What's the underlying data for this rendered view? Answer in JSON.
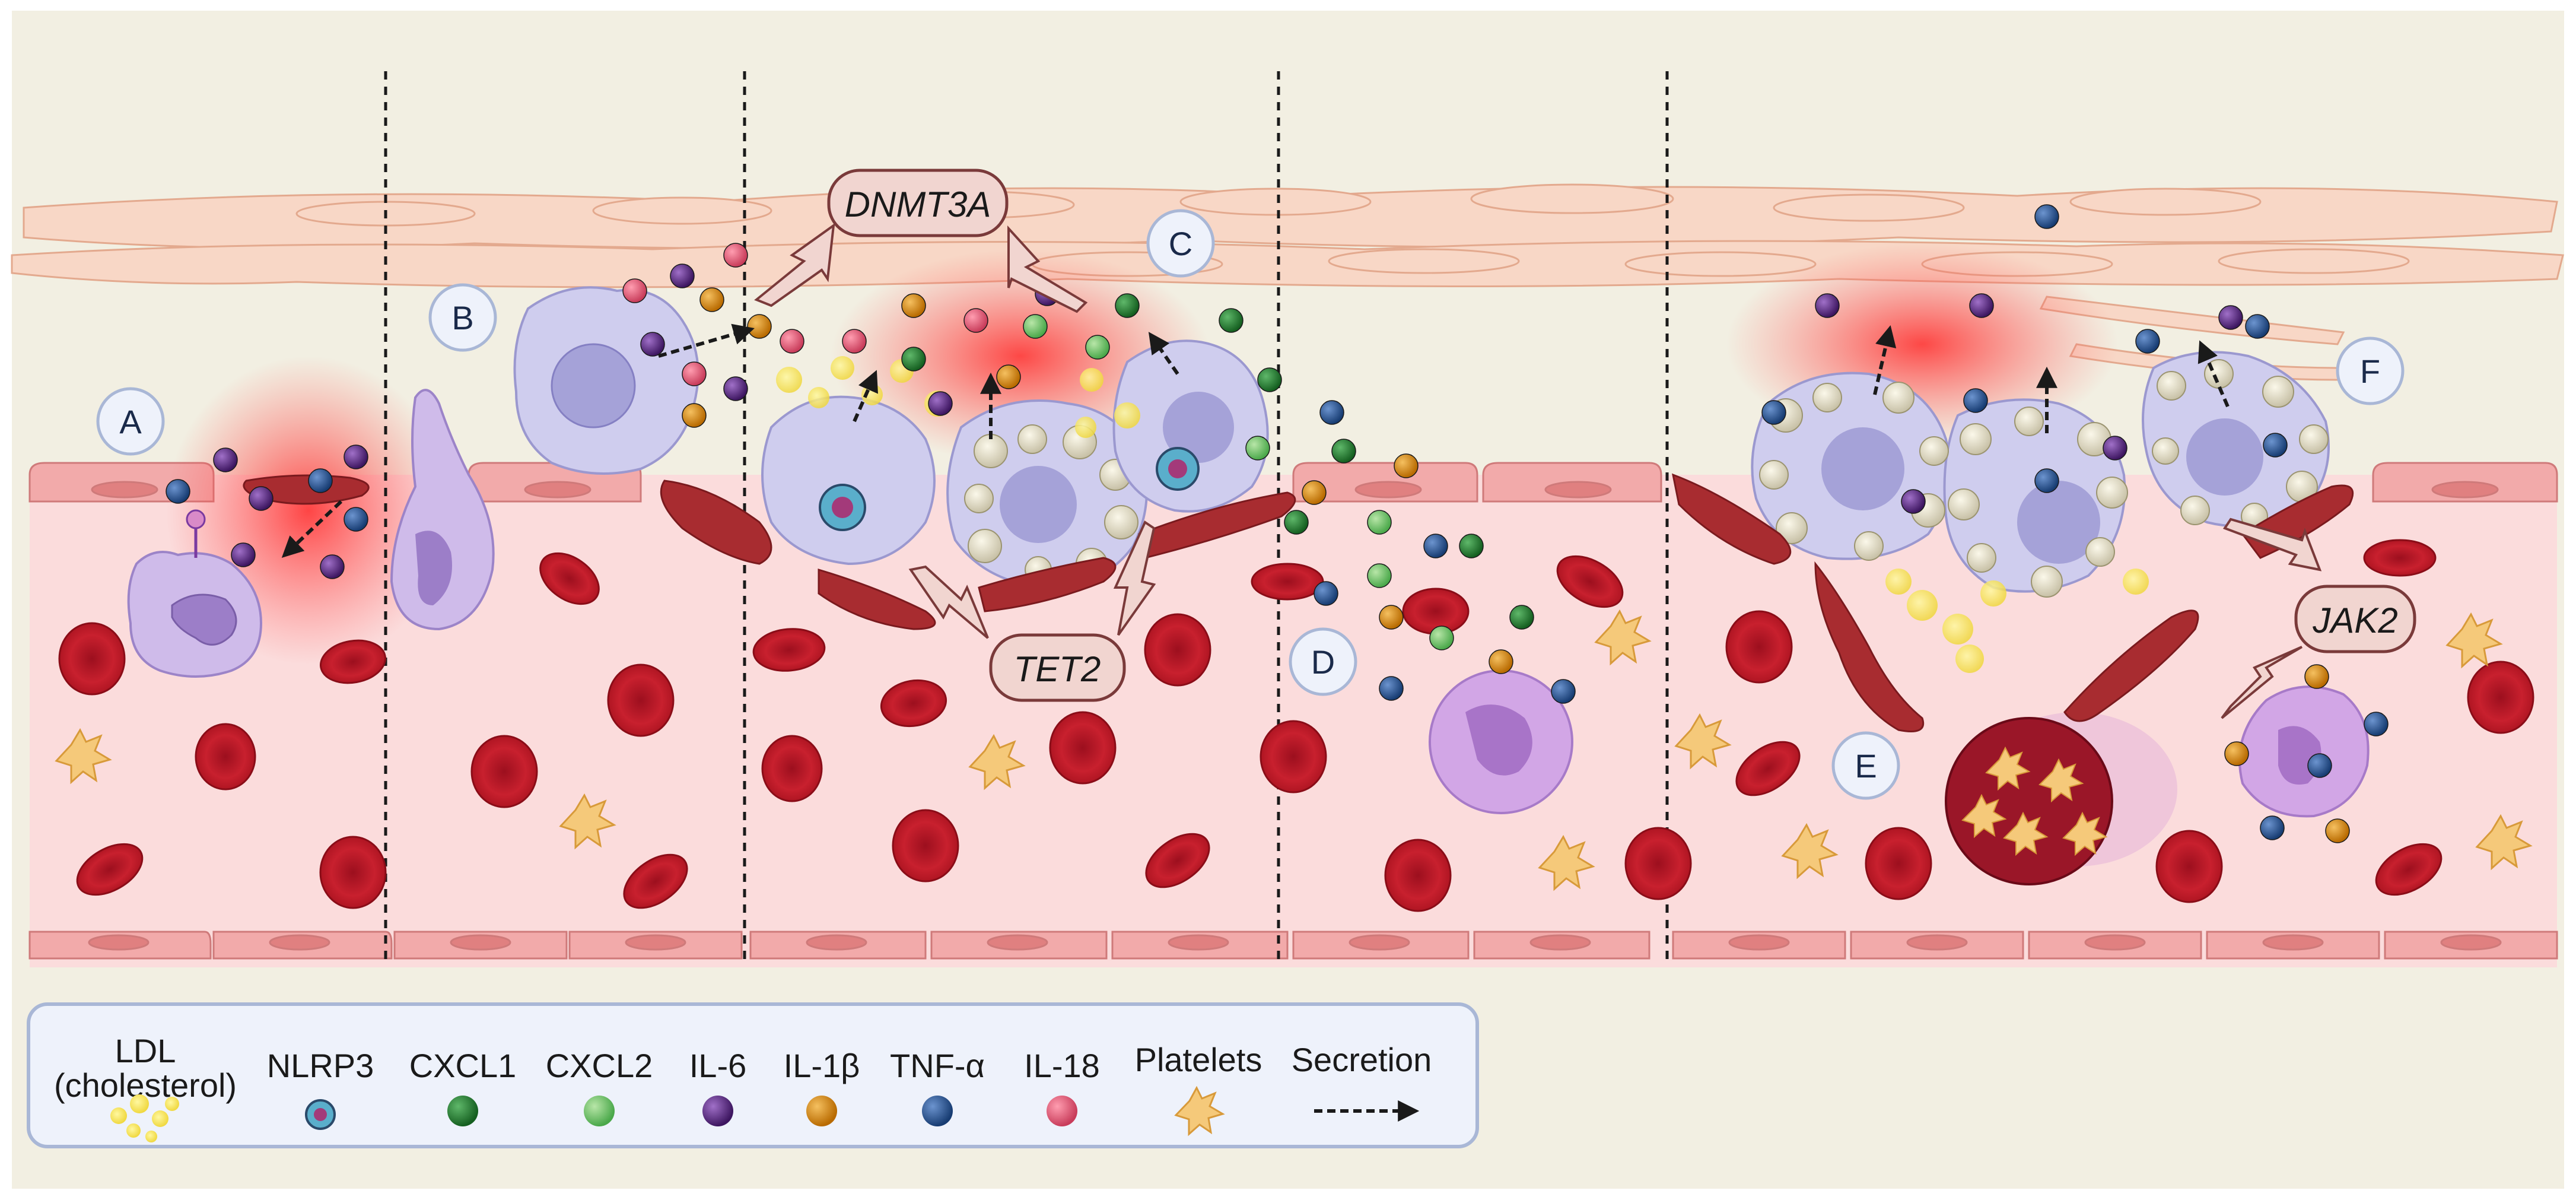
{
  "regions": [
    "A",
    "B",
    "C",
    "D",
    "E",
    "F"
  ],
  "genes": {
    "dnmt3a": "DNMT3A",
    "tet2": "TET2",
    "jak2": "JAK2"
  },
  "legend": {
    "ldl_line1": "LDL",
    "ldl_line2": "(cholesterol)",
    "nlrp3": "NLRP3",
    "cxcl1": "CXCL1",
    "cxcl2": "CXCL2",
    "il6": "IL-6",
    "il1b": "IL-1β",
    "tnfa": "TNF-α",
    "il18": "IL-18",
    "platelets": "Platelets",
    "secretion": "Secretion"
  },
  "colors": {
    "background": "#f2efe2",
    "lumen": "#fbdcdc",
    "endothelium": "#f2aaaa",
    "smooth_muscle": "#f8d7c6",
    "macrophage": "#cfcdee",
    "rbc": "#c8202e",
    "platelet": "#f5c97a",
    "cxcl1": "#1f7a2b",
    "cxcl2": "#5cb85c",
    "il6": "#5a2a80",
    "il1b": "#d88a10",
    "tnfa": "#24508f",
    "il18": "#e0607a"
  }
}
